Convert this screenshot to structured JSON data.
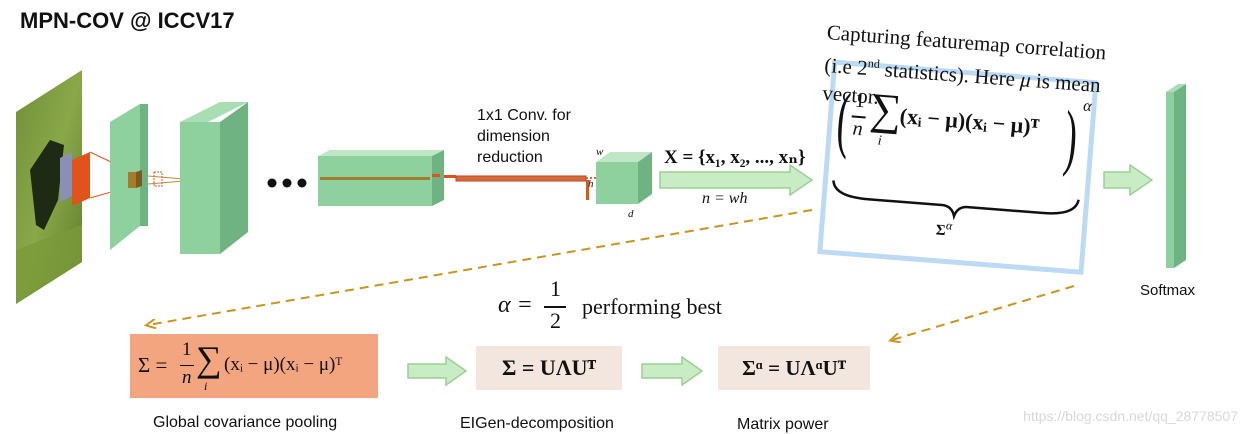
{
  "title": "MPN-COV @ ICCV17",
  "conv_label": "1x1 Conv. for dimension reduction",
  "tensor_dims": {
    "w": "w",
    "h": "h",
    "d": "d"
  },
  "set_formula": "X = {x₁, x₂, ..., xₙ}",
  "n_formula": "n = wh",
  "correlation_note": {
    "part1": "Capturing featuremap correlation (i.e 2",
    "sup": "nd",
    "part2": " statistics). Here ",
    "mu": "μ",
    "part3": "  is mean vector."
  },
  "main_formula": {
    "frac_num": "1",
    "frac_den": "n",
    "sum_sub": "i",
    "body": "(xᵢ − μ)(xᵢ − μ)ᵀ",
    "exponent": "α",
    "underbrace_label": "Σ",
    "underbrace_sup": "α"
  },
  "softmax_label": "Softmax",
  "alpha_note": {
    "lhs": "α =",
    "num": "1",
    "den": "2",
    "text": "performing best"
  },
  "steps": [
    {
      "formula_lhs": "Σ =",
      "formula_num": "1",
      "formula_den": "n",
      "formula_sub": "i",
      "formula_body": "(xᵢ − μ)(xᵢ − μ)ᵀ",
      "caption": "Global covariance pooling"
    },
    {
      "formula": "Σ = UΛUᵀ",
      "caption": "EIGen-decomposition"
    },
    {
      "formula": "Σᵅ = UΛᵅUᵀ",
      "caption": "Matrix power"
    }
  ],
  "watermark": "https://blog.csdn.net/qq_28778507",
  "colors": {
    "block_green": "#8fd19e",
    "block_green_dark": "#6fb383",
    "arrow_green": "#c8ecc4",
    "arrow_green_border": "#9ccf95",
    "dashed_arrow": "#c8961e",
    "orange_box": "#f2a57f",
    "beige_box": "#f3e6df",
    "orange_mark": "#e0541c"
  }
}
